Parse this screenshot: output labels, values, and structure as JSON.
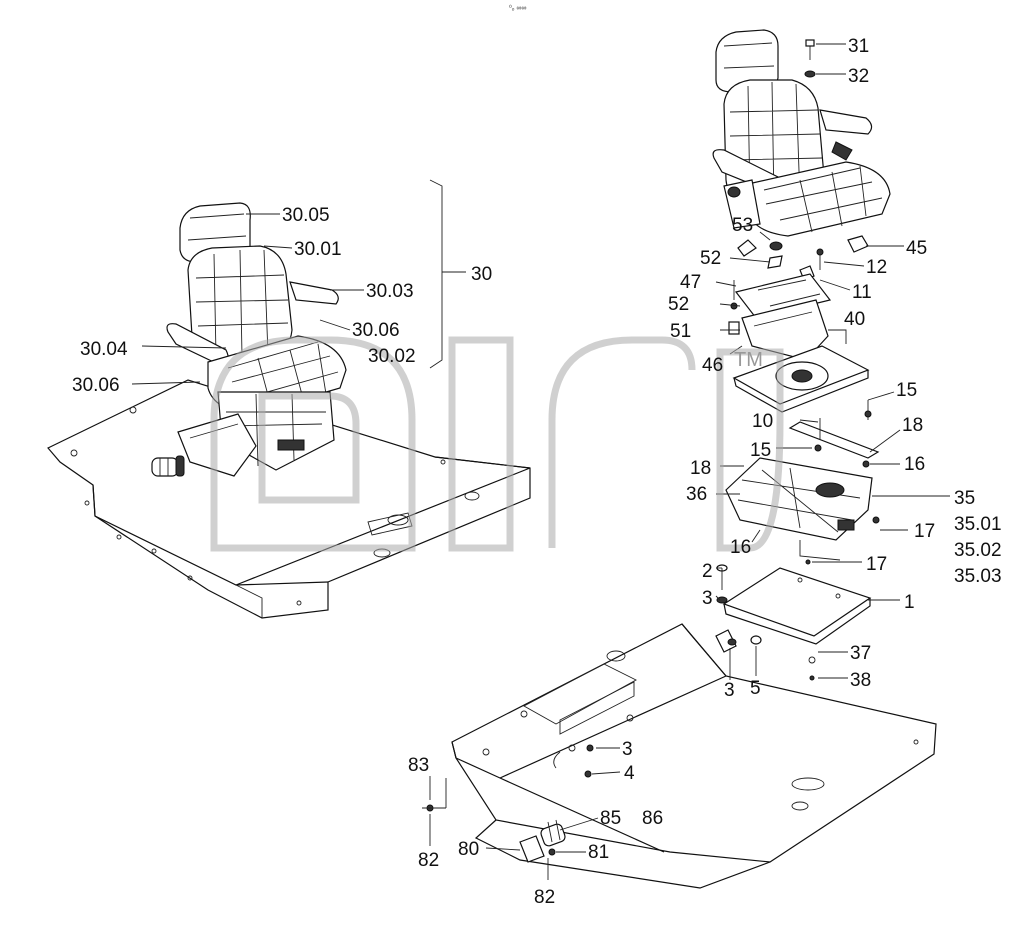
{
  "top_mark": "⁰ₒ ∞∞",
  "watermark": {
    "text": "TM"
  },
  "labels": {
    "l30_05": "30.05",
    "l30_01": "30.01",
    "l30_03": "30.03",
    "l30": "30",
    "l30_06a": "30.06",
    "l30_02": "30.02",
    "l30_04": "30.04",
    "l30_06b": "30.06",
    "l31": "31",
    "l32": "32",
    "l53": "53",
    "l45": "45",
    "l52a": "52",
    "l12": "12",
    "l47": "47",
    "l11": "11",
    "l52b": "52",
    "l40": "40",
    "l51": "51",
    "l46": "46",
    "l15a": "15",
    "l10": "10",
    "l18a": "18",
    "l15b": "15",
    "l16a": "16",
    "l18b": "18",
    "l36": "36",
    "l35": "35",
    "l35_01": "35.01",
    "l17a": "17",
    "l16b": "16",
    "l35_02": "35.02",
    "l35_03": "35.03",
    "l17b": "17",
    "l2": "2",
    "l3a": "3",
    "l1": "1",
    "l37": "37",
    "l3b": "3",
    "l5": "5",
    "l38": "38",
    "l3c": "3",
    "l83": "83",
    "l4": "4",
    "l85": "85",
    "l86": "86",
    "l80": "80",
    "l81": "81",
    "l82a": "82",
    "l82b": "82"
  }
}
